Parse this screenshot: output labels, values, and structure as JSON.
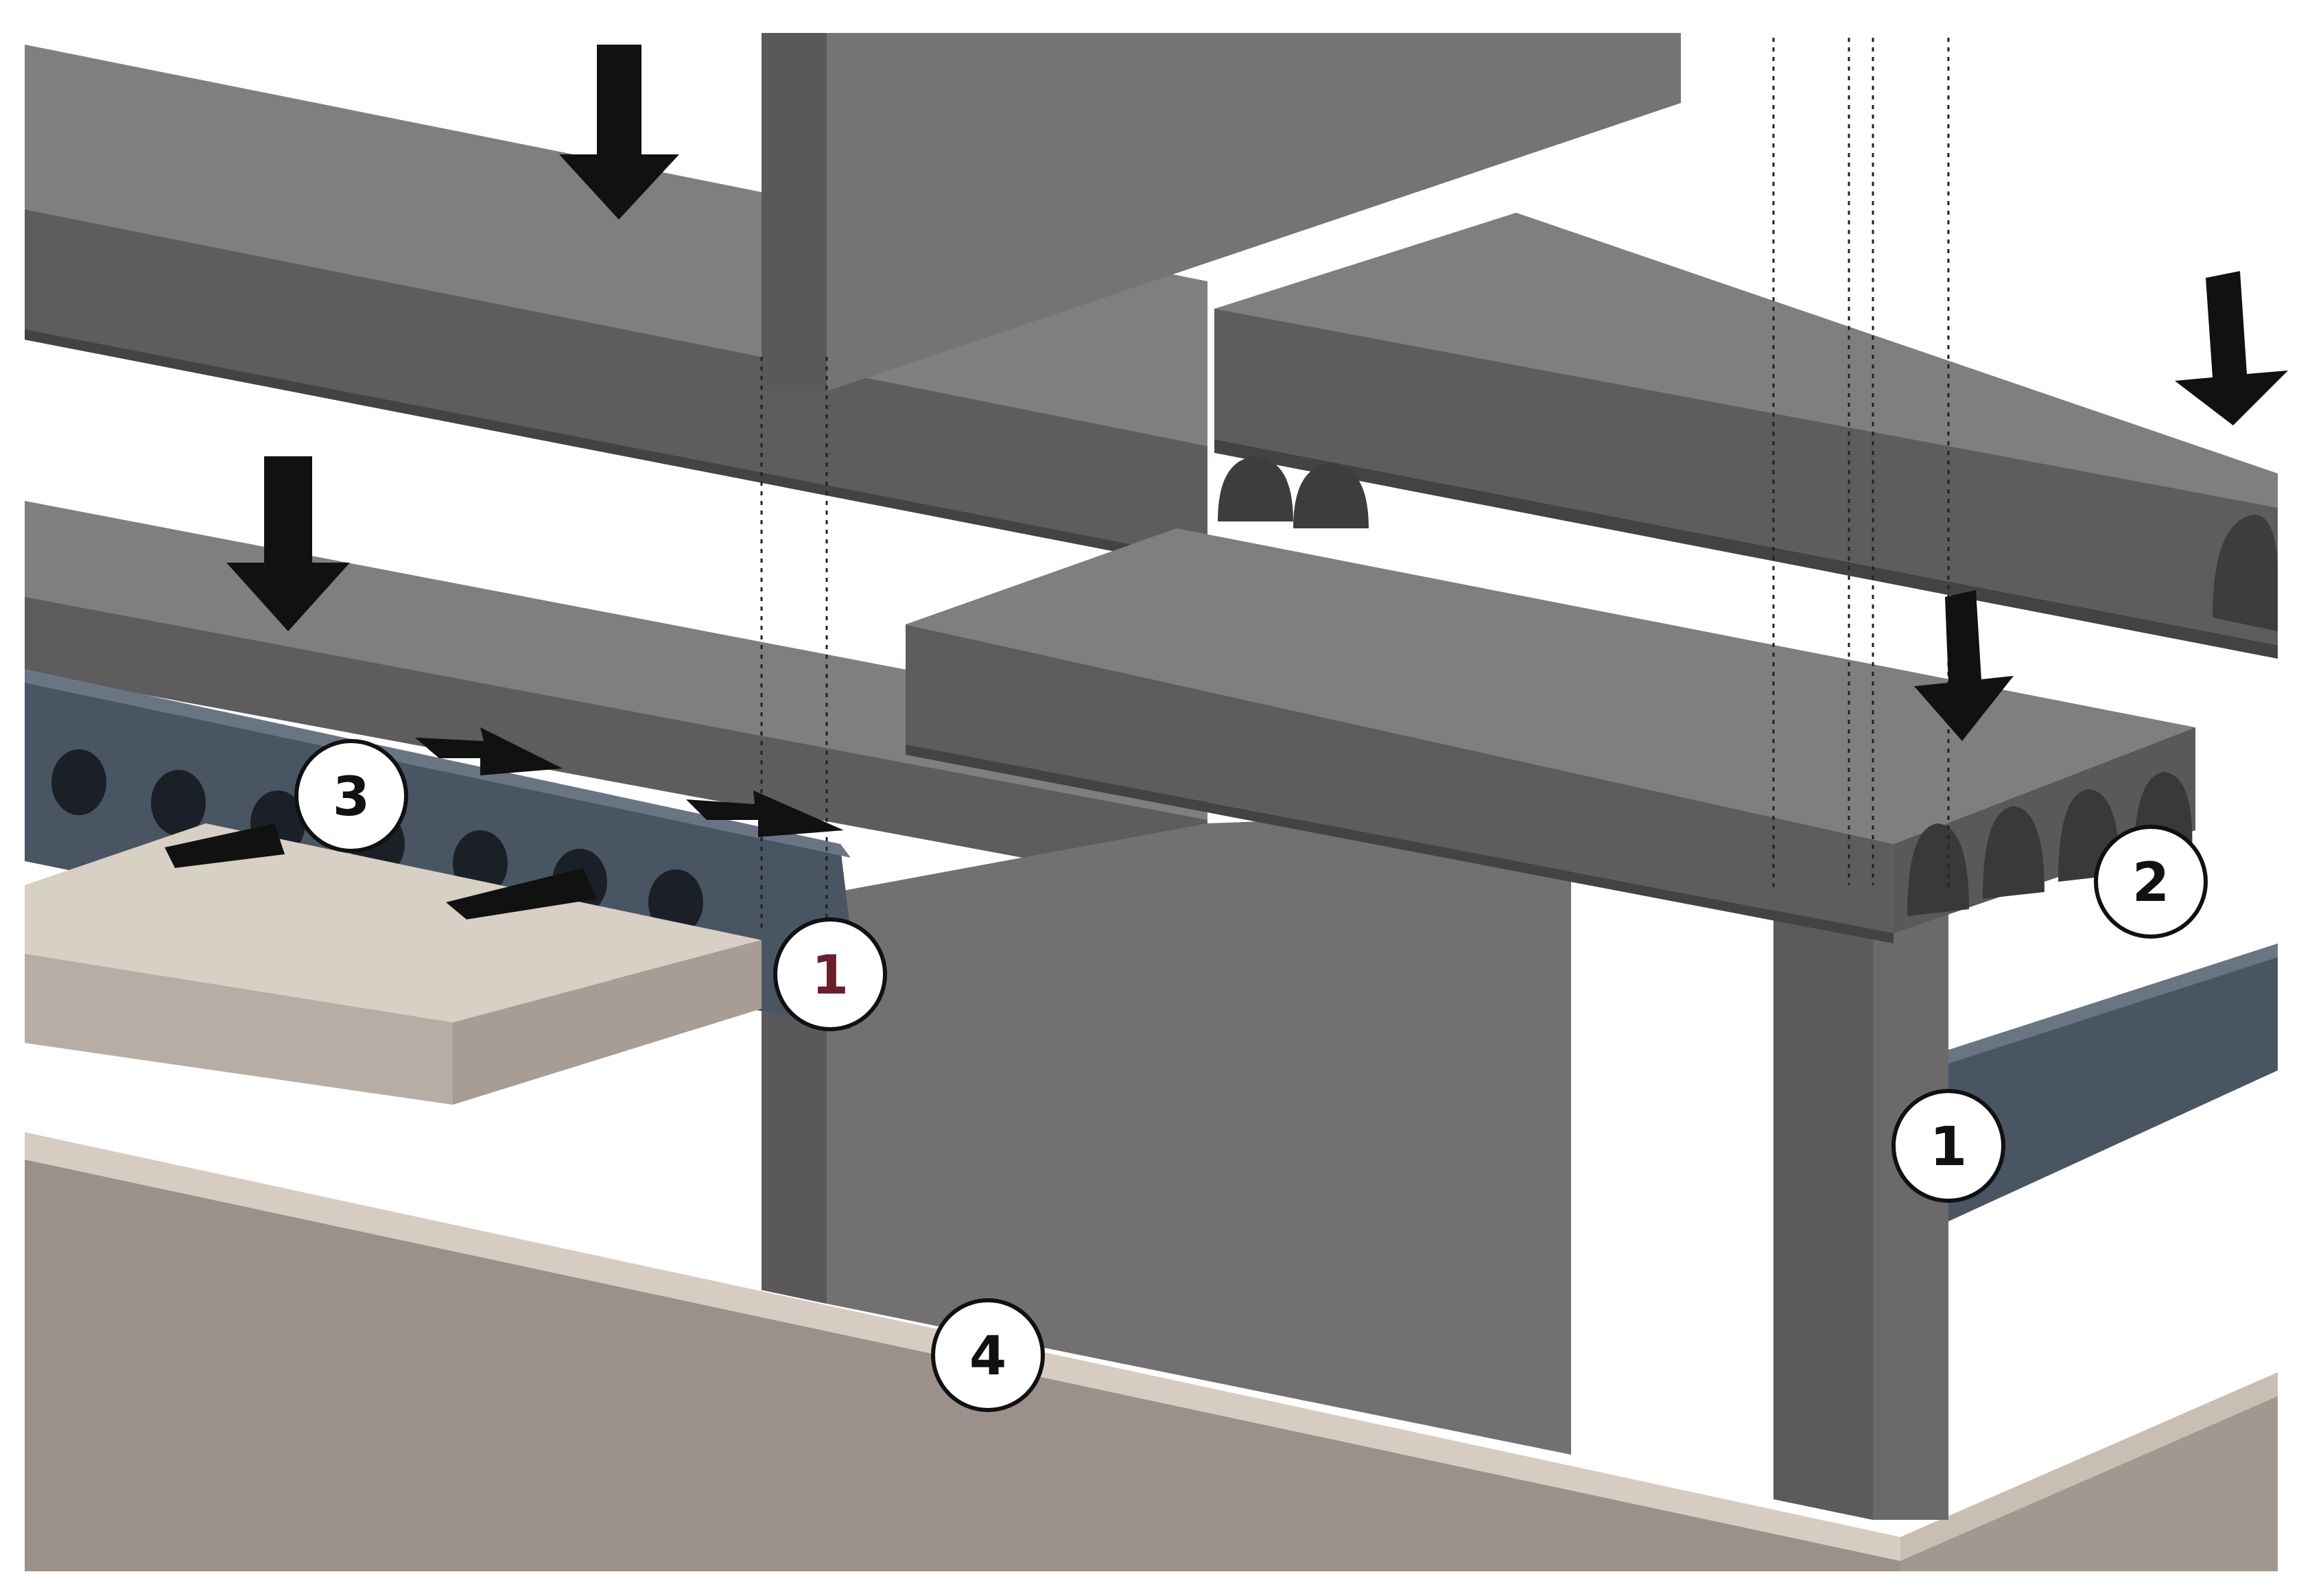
{
  "figure": {
    "callouts": [
      {
        "id": "c1-left",
        "label": "1",
        "color": "#6a1f2e"
      },
      {
        "id": "c1-right",
        "label": "1",
        "color": "#111111"
      },
      {
        "id": "c2",
        "label": "2",
        "color": "#111111"
      },
      {
        "id": "c3",
        "label": "3",
        "color": "#111111"
      },
      {
        "id": "c4",
        "label": "4",
        "color": "#111111"
      }
    ],
    "colors": {
      "concrete_top": "#807e7e",
      "concrete_side": "#5e5c5c",
      "concrete_dark": "#4d4b4b",
      "steel_beam": "#4a5563",
      "wall_tan": "#9c918a",
      "wall_cap": "#d6ccc2",
      "board_top": "#d8cfc5",
      "arrow": "#111111"
    },
    "icons": [
      "down-arrow-icon",
      "push-arrow-icon"
    ]
  }
}
